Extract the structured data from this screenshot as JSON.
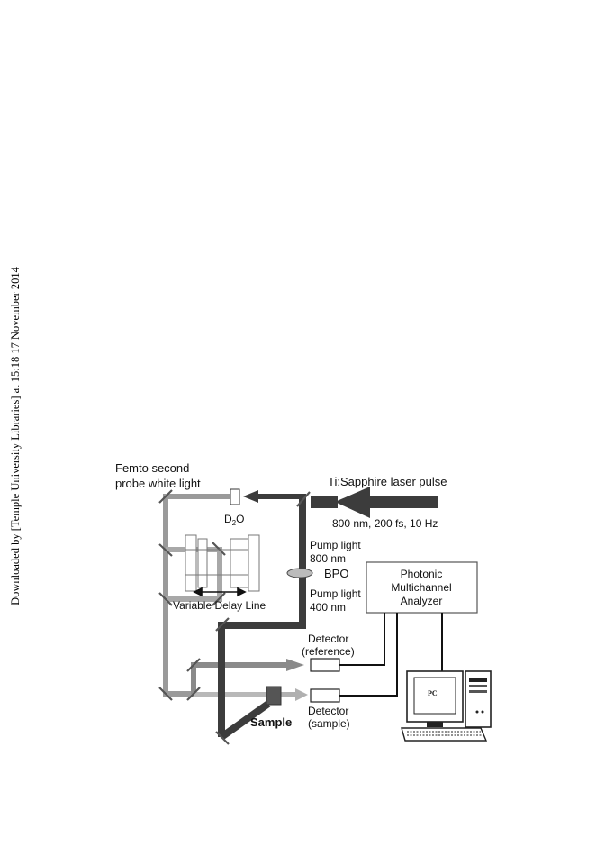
{
  "download_notice": "Downloaded by [Temple University Libraries] at 15:18 17 November 2014",
  "labels": {
    "femto_line1": "Femto second",
    "femto_line2": "probe white light",
    "laser": "Ti:Sapphire laser pulse",
    "laser_params": "800 nm, 200 fs, 10 Hz",
    "d2o_main": "D",
    "d2o_sub": "2",
    "d2o_end": "O",
    "pump800_line1": "Pump light",
    "pump800_line2": "800 nm",
    "bpo": "BPO",
    "pump400_line1": "Pump light",
    "pump400_line2": "400 nm",
    "delay_line": "Variable Delay Line",
    "analyzer_line1": "Photonic",
    "analyzer_line2": "Multichannel",
    "analyzer_line3": "Analyzer",
    "detector_ref_line1": "Detector",
    "detector_ref_line2": "(reference)",
    "detector_sample_line1": "Detector",
    "detector_sample_line2": "(sample)",
    "sample": "Sample",
    "pc": "PC"
  },
  "colors": {
    "pump_beam": "#3c3c3c",
    "probe_beam": "#9a9a9a",
    "probe_beam_light": "#bdbdbd",
    "mirror": "#555555"
  }
}
